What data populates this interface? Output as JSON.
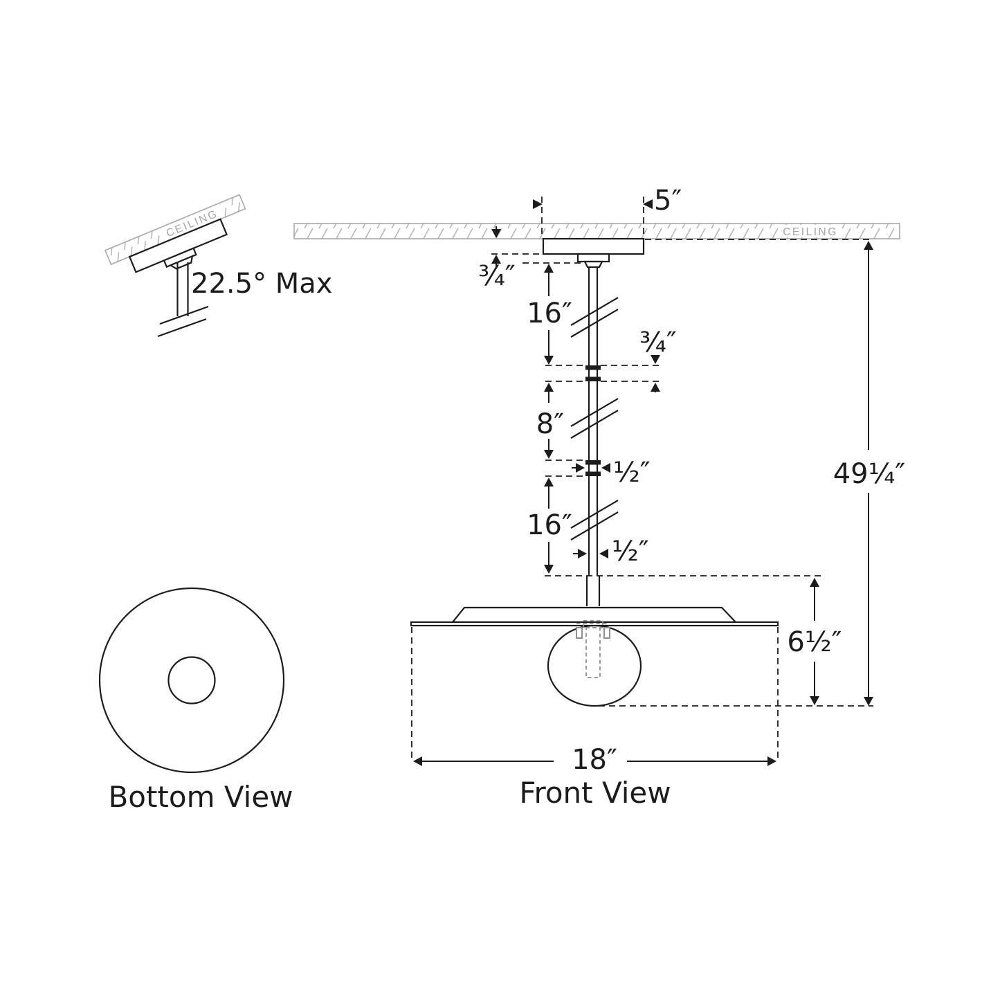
{
  "diagram": {
    "background": "#ffffff",
    "line_color": "#1c1c1c",
    "ceiling_color": "#a8a8a8",
    "socket_color": "#8f8f8f",
    "tilt_view": {
      "ceiling_label": "CEILING",
      "max_angle_label": "22.5° Max"
    },
    "front_view": {
      "caption": "Front View",
      "ceiling_label": "CEILING",
      "dimensions": {
        "canopy_width": "5″",
        "canopy_depth": "¾″",
        "upper_stem_length": "16″",
        "coupler_length": "¾″",
        "middle_stem_length": "8″",
        "coupler_diameter": "½″",
        "lower_stem_length": "16″",
        "stem_diameter": "½″",
        "overall_drop": "49¼″",
        "shade_height": "6½″",
        "shade_diameter": "18″"
      }
    },
    "bottom_view": {
      "caption": "Bottom View"
    }
  }
}
